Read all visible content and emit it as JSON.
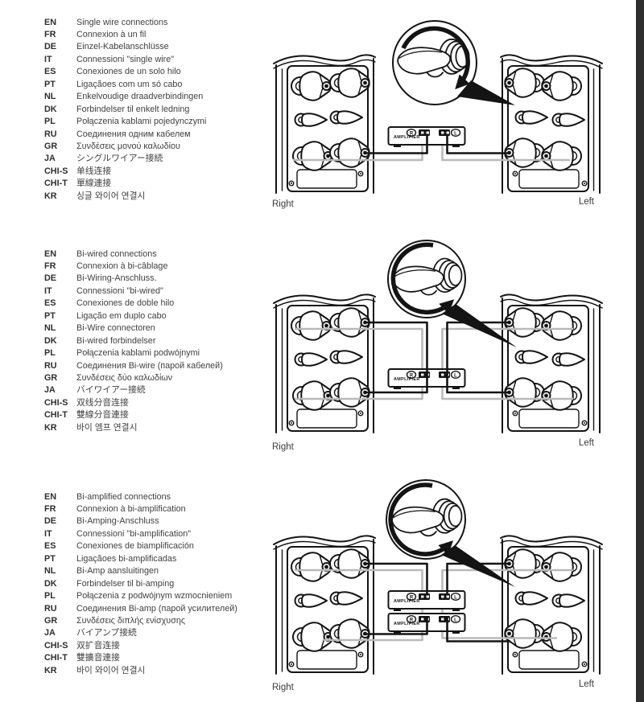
{
  "page": {
    "scan_edge_color": "#2e2e2e",
    "background": "#ffffff"
  },
  "sections": [
    {
      "id": "single-wire",
      "languages": [
        {
          "code": "EN",
          "text": "Single wire connections"
        },
        {
          "code": "FR",
          "text": "Connexion à un fil"
        },
        {
          "code": "DE",
          "text": "Einzel-Kabelanschlüsse"
        },
        {
          "code": "IT",
          "text": "Connessioni \"single wire\""
        },
        {
          "code": "ES",
          "text": "Conexiones de un solo hilo"
        },
        {
          "code": "PT",
          "text": "Ligaçãoes com um só cabo"
        },
        {
          "code": "NL",
          "text": "Enkelvoudige draadverbindingen"
        },
        {
          "code": "DK",
          "text": "Forbindelser til enkelt ledning"
        },
        {
          "code": "PL",
          "text": "Połączenia kablami pojedynczymi"
        },
        {
          "code": "RU",
          "text": "Соединения одним кабелем"
        },
        {
          "code": "GR",
          "text": "Συνδέσεις μονού καλωδίου"
        },
        {
          "code": "JA",
          "text": "シングルワイアー接続"
        },
        {
          "code": "CHI-S",
          "text": "单线连接"
        },
        {
          "code": "CHI-T",
          "text": "單線連接"
        },
        {
          "code": "KR",
          "text": "싱글 와이어 연결시"
        }
      ],
      "diagram": {
        "right_label": "Right",
        "left_label": "Left",
        "amplifier_label": "AMPLIFIER",
        "badge_r": "R",
        "badge_l": "L",
        "amplifier_count": 1,
        "knob_rotation": "clockwise"
      }
    },
    {
      "id": "bi-wired",
      "languages": [
        {
          "code": "EN",
          "text": "Bi-wired connections"
        },
        {
          "code": "FR",
          "text": "Connexion à bi-câblage"
        },
        {
          "code": "DE",
          "text": "Bi-Wiring-Anschluss."
        },
        {
          "code": "IT",
          "text": "Connessioni \"bi-wired\""
        },
        {
          "code": "ES",
          "text": "Conexiones de doble hilo"
        },
        {
          "code": "PT",
          "text": "Ligação em duplo cabo"
        },
        {
          "code": "NL",
          "text": "Bi-Wire connectoren"
        },
        {
          "code": "DK",
          "text": "Bi-wired forbindelser"
        },
        {
          "code": "PL",
          "text": "Połączenia kablami podwójnymi"
        },
        {
          "code": "RU",
          "text": "Соединения Bi-wire (парой кабелей)"
        },
        {
          "code": "GR",
          "text": "Συνδέσεις δύο καλωδίων"
        },
        {
          "code": "JA",
          "text": "バイワイアー接続"
        },
        {
          "code": "CHI-S",
          "text": "双线分音连接"
        },
        {
          "code": "CHI-T",
          "text": "雙線分音連接"
        },
        {
          "code": "KR",
          "text": "바이 엠프 연결시"
        }
      ],
      "diagram": {
        "right_label": "Right",
        "left_label": "Left",
        "amplifier_label": "AMPLIFIER",
        "badge_r": "R",
        "badge_l": "L",
        "amplifier_count": 1,
        "knob_rotation": "counterclockwise"
      }
    },
    {
      "id": "bi-amplified",
      "languages": [
        {
          "code": "EN",
          "text": "Bi-amplified connections"
        },
        {
          "code": "FR",
          "text": "Connexion à bi-amplification"
        },
        {
          "code": "DE",
          "text": "Bi-Amping-Anschluss"
        },
        {
          "code": "IT",
          "text": "Connessioni \"bi-amplification\""
        },
        {
          "code": "ES",
          "text": "Conexiones de biamplificación"
        },
        {
          "code": "PT",
          "text": "Ligaçãoes bi-amplificadas"
        },
        {
          "code": "NL",
          "text": "Bi-Amp aansluitingen"
        },
        {
          "code": "DK",
          "text": "Forbindelser til bi-amping"
        },
        {
          "code": "PL",
          "text": "Połączenia z podwójnym wzmocnieniem"
        },
        {
          "code": "RU",
          "text": "Соединения Bi-amp (парой усилителей)"
        },
        {
          "code": "GR",
          "text": "Συνδέσεις διπλής ενίσχυσης"
        },
        {
          "code": "JA",
          "text": "バイアンプ接続"
        },
        {
          "code": "CHI-S",
          "text": "双扩音连接"
        },
        {
          "code": "CHI-T",
          "text": "雙擴音連接"
        },
        {
          "code": "KR",
          "text": "바이 와이어 연결시"
        }
      ],
      "diagram": {
        "right_label": "Right",
        "left_label": "Left",
        "amplifier_label": "AMPLIFIER",
        "badge_r": "R",
        "badge_l": "L",
        "amplifier_count": 2,
        "knob_rotation": "counterclockwise"
      }
    }
  ]
}
